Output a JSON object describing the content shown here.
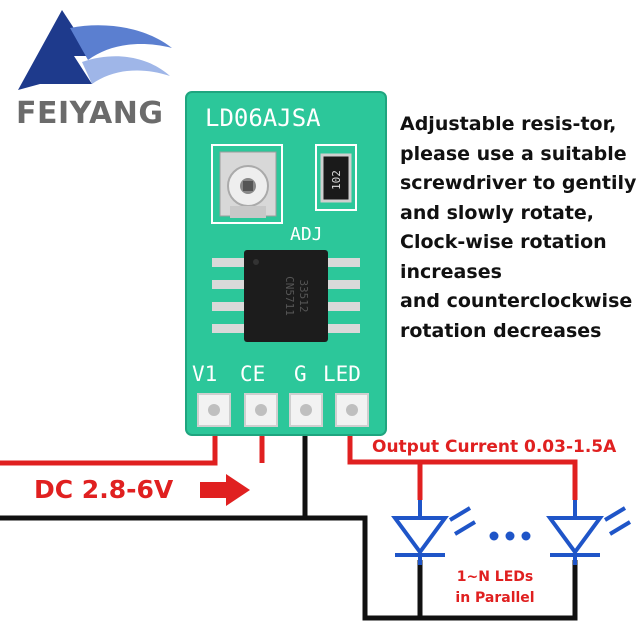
{
  "brand": {
    "name": "FEIYANG",
    "logo_colors": [
      "#1e3a8c",
      "#5b7fd0",
      "#9fb6e8"
    ]
  },
  "board": {
    "model_label": "LD06AJSA",
    "resistor_code": "102",
    "adj_label": "ADJ",
    "chip_marking_1": "CN5711",
    "chip_marking_2": "33512",
    "pins": [
      "V1",
      "CE",
      "G",
      "LED"
    ],
    "pcb_color": "#2cc79a"
  },
  "description": {
    "lines": [
      "Adjustable resis-tor,",
      "please use a suitable",
      "screwdriver to gentily",
      "and slowly rotate,",
      "Clock-wise rotation",
      "increases",
      "and counterclockwise",
      "rotation decreases"
    ]
  },
  "wiring": {
    "dc_label": "DC 2.8-6V",
    "output_label": "Output Current 0.03-1.5A",
    "led_label_1": "1~N LEDs",
    "led_label_2": "in Parallel",
    "wire_red": "#e02020",
    "wire_black": "#111111",
    "led_color": "#1f55c8"
  }
}
